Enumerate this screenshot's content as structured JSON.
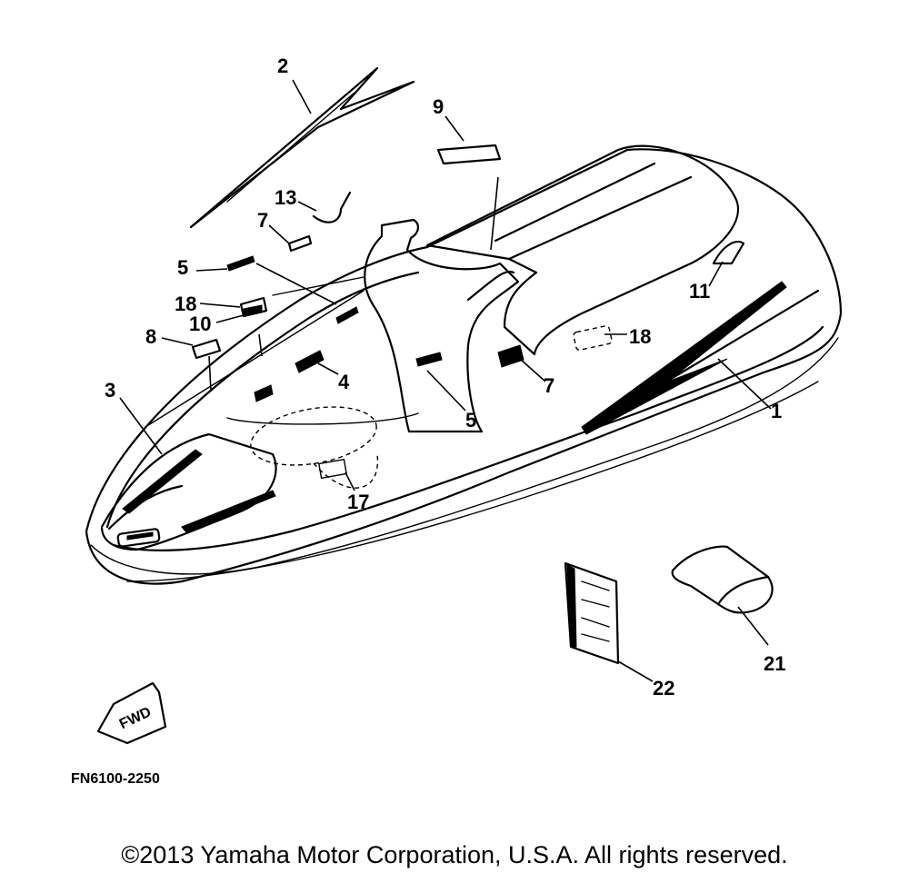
{
  "callouts": [
    {
      "id": "c2",
      "label": "2"
    },
    {
      "id": "c9",
      "label": "9"
    },
    {
      "id": "c13",
      "label": "13"
    },
    {
      "id": "c7a",
      "label": "7"
    },
    {
      "id": "c5a",
      "label": "5"
    },
    {
      "id": "c18a",
      "label": "18"
    },
    {
      "id": "c10",
      "label": "10"
    },
    {
      "id": "c8",
      "label": "8"
    },
    {
      "id": "c3",
      "label": "3"
    },
    {
      "id": "c4",
      "label": "4"
    },
    {
      "id": "c5b",
      "label": "5"
    },
    {
      "id": "c7b",
      "label": "7"
    },
    {
      "id": "c17",
      "label": "17"
    },
    {
      "id": "c11",
      "label": "11"
    },
    {
      "id": "c18b",
      "label": "18"
    },
    {
      "id": "c1",
      "label": "1"
    },
    {
      "id": "c21",
      "label": "21"
    },
    {
      "id": "c22",
      "label": "22"
    }
  ],
  "fwd_label": "FWD",
  "diagram_code": "FN6100-2250",
  "copyright": "©2013 Yamaha Motor Corporation, U.S.A. All rights reserved."
}
